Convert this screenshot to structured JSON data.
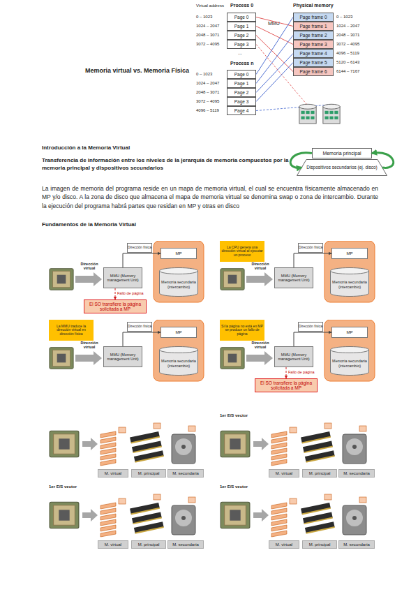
{
  "diagram": {
    "nodes": [
      {
        "text": [
          "Page 0"
        ]
      },
      {
        "text": [
          "Page 1"
        ]
      },
      {
        "text": [
          "Page 2"
        ]
      },
      {
        "text": [
          "Page 3"
        ]
      },
      {
        "text": [
          "Page 0"
        ]
      },
      {
        "text": [
          "Page 1"
        ]
      },
      {
        "text": [
          "Page 2"
        ]
      },
      {
        "text": [
          "Page 3"
        ]
      },
      {
        "text": [
          "Page 4"
        ]
      },
      {
        "text": [
          "Page frame 0"
        ]
      },
      {
        "text": [
          "Page frame 1"
        ]
      },
      {
        "text": [
          "Page frame 2"
        ]
      },
      {
        "text": [
          "Page frame 3"
        ]
      },
      {
        "text": [
          "Page frame 4"
        ]
      },
      {
        "text": [
          "Page frame 5"
        ]
      },
      {
        "text": [
          "Page frame 6"
        ]
      },
      {
        "text": [
          "Memoria principal"
        ]
      },
      {
        "text": [
          "Dispositivos secundarios (ej. disco)"
        ]
      },
      {
        "text": [
          "Dirección física"
        ]
      },
      {
        "text": [
          "MMU (Memory management Unit)"
        ]
      },
      {
        "text": [
          "MP"
        ]
      },
      {
        "text": [
          "Memoria secundaria (intercambio)"
        ]
      },
      {
        "text": [
          "El SO transfiere la página solicitada a MP"
        ]
      },
      {
        "text": [
          "La CPU genera una dirección virtual al ejecutar un proceso"
        ]
      },
      {
        "text": [
          "Dirección física"
        ]
      },
      {
        "text": [
          "MMU (Memory management Unit)"
        ]
      },
      {
        "text": [
          "MP"
        ]
      },
      {
        "text": [
          "Memoria secundaria (intercambio)"
        ]
      },
      {
        "text": [
          "La MMU traduce la dirección virtual en dirección física"
        ]
      },
      {
        "text": [
          "Dirección física"
        ]
      },
      {
        "text": [
          "MMU (Memory management Unit)"
        ]
      },
      {
        "text": [
          "MP"
        ]
      },
      {
        "text": [
          "Memoria secundaria (intercambio)"
        ]
      },
      {
        "text": [
          "Si la página no está en MP se produce un fallo de página"
        ]
      },
      {
        "text": [
          "Dirección física"
        ]
      },
      {
        "text": [
          "MMU (Memory management Unit)"
        ]
      },
      {
        "text": [
          "MP"
        ]
      },
      {
        "text": [
          "Memoria secundaria (intercambio)"
        ]
      },
      {
        "text": [
          "El SO transfiere la página solicitada a MP"
        ]
      },
      {
        "text": [
          "M. virtual"
        ]
      },
      {
        "text": [
          "M. principal"
        ]
      },
      {
        "text": [
          "M. secundaria"
        ]
      },
      {
        "text": [
          "M. virtual"
        ]
      },
      {
        "text": [
          "M. principal"
        ]
      },
      {
        "text": [
          "M. secundaria"
        ]
      },
      {
        "text": [
          "M. virtual"
        ]
      },
      {
        "text": [
          "M. principal"
        ]
      },
      {
        "text": [
          "M. secundaria"
        ]
      },
      {
        "text": [
          "M. virtual"
        ]
      },
      {
        "text": [
          "M. principal"
        ]
      },
      {
        "text": [
          "M. secundaria"
        ]
      }
    ],
    "edges": [
      {
        "from": 0,
        "to": 10,
        "arrow": "none"
      },
      {
        "from": 1,
        "to": 12,
        "arrow": "none"
      },
      {
        "from": 2,
        "to": 15,
        "arrow": "none"
      },
      {
        "from": 4,
        "to": 9,
        "arrow": "none"
      },
      {
        "from": 5,
        "to": 11,
        "arrow": "none"
      },
      {
        "from": 6,
        "to": 13,
        "arrow": "none"
      },
      {
        "from": 7,
        "to": 14,
        "arrow": "none"
      },
      {
        "from": 16,
        "to": 17,
        "arrow": "to"
      },
      {
        "from": 17,
        "to": 16,
        "arrow": "to"
      },
      {
        "from": 19,
        "to": 20,
        "arrow": "to"
      },
      {
        "from": 25,
        "to": 26,
        "arrow": "to"
      },
      {
        "from": 30,
        "to": 31,
        "arrow": "to"
      },
      {
        "from": 35,
        "to": 36,
        "arrow": "to"
      },
      {
        "from": 19,
        "to": 22,
        "label": "Fallo de página",
        "arrow": "to"
      },
      {
        "from": 35,
        "to": 38,
        "label": "Fallo de página",
        "arrow": "to"
      }
    ],
    "labels": [
      "Virtual address",
      "Process 0",
      "0 – 1023",
      "1024 – 2047",
      "2048 – 3071",
      "3072 – 4095",
      "...",
      "Process n",
      "0 – 1023",
      "1024 – 2047",
      "2048 – 3071",
      "3072 – 4095",
      "4096 – 5119",
      "MMU",
      "Physical memory",
      "0 – 1023",
      "1024 – 2047",
      "2048 – 3071",
      "3072 – 4095",
      "4096 – 5119",
      "5120 – 6143",
      "6144 – 7167",
      "Memoria virtual vs. Memoria Física",
      "Introducción a la Memoria Virtual",
      "Transferencia de información entre los niveles de la jerarquía de memoria compuestos por la memoria principal y dispositivos secundarios",
      "La imagen de memoria del programa reside en un mapa de memoria virtual, el cual se encuentra físicamente almacenado en MP y/o disco. A la zona de disco que almacena el mapa de memoria virtual se denomina swap o zona de intercambio. Durante la ejecución del programa habrá partes que residan en MP y otras en disco",
      "Fundamentos de la Memoria Virtual",
      "Dirección virtual",
      "Dirección virtual",
      "Dirección virtual",
      "Dirección virtual",
      "1er E/S vector",
      "1er E/S vector",
      "1er E/S vector"
    ]
  }
}
